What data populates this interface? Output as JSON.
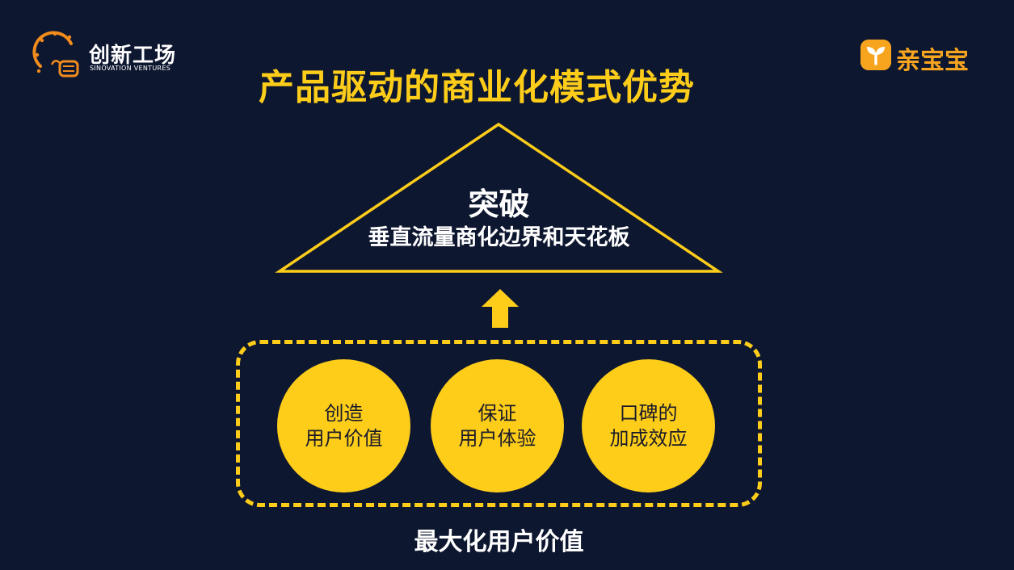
{
  "brand_left": {
    "name": "创新工场",
    "subtitle": "SINOVATION VENTURES"
  },
  "brand_right": {
    "name": "亲宝宝"
  },
  "title": "产品驱动的商业化模式优势",
  "pyramid": {
    "heading": "突破",
    "subheading": "垂直流量商化边界和天花板"
  },
  "circles": [
    {
      "line1": "创造",
      "line2": "用户价值"
    },
    {
      "line1": "保证",
      "line2": "用户体验"
    },
    {
      "line1": "口碑的",
      "line2": "加成效应"
    }
  ],
  "footer_label": "最大化用户价值",
  "colors": {
    "background": "#0e1730",
    "accent_yellow": "#fdcd1a",
    "brand_orange": "#f7a51f"
  }
}
